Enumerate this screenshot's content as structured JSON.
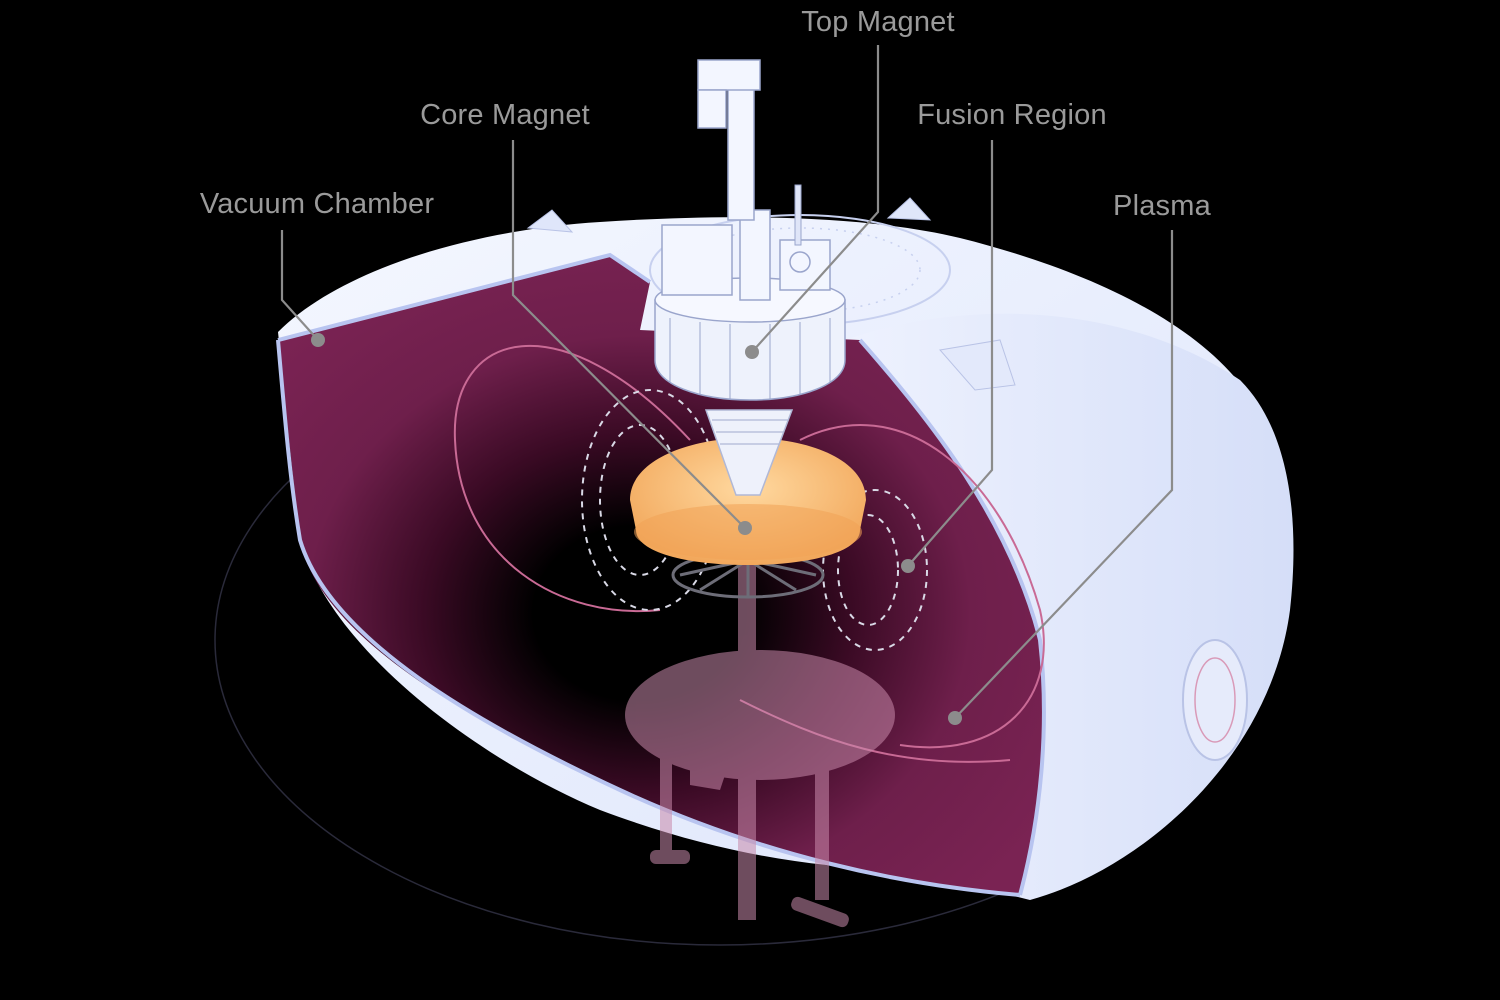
{
  "labels": {
    "top_magnet": "Top Magnet",
    "core_magnet": "Core Magnet",
    "fusion_region": "Fusion Region",
    "vacuum_chamber": "Vacuum Chamber",
    "plasma": "Plasma"
  },
  "colors": {
    "background": "#000000",
    "label_text": "#9a9a9a",
    "leader_line": "#8c8c8c",
    "chamber_shell": "#e9eefc",
    "chamber_edge": "#b8c4f0",
    "plasma": "#7a2353",
    "plasma_deep": "#3a0a24",
    "core_magnet": "#f6b772",
    "field_lines": "#c96a95"
  }
}
